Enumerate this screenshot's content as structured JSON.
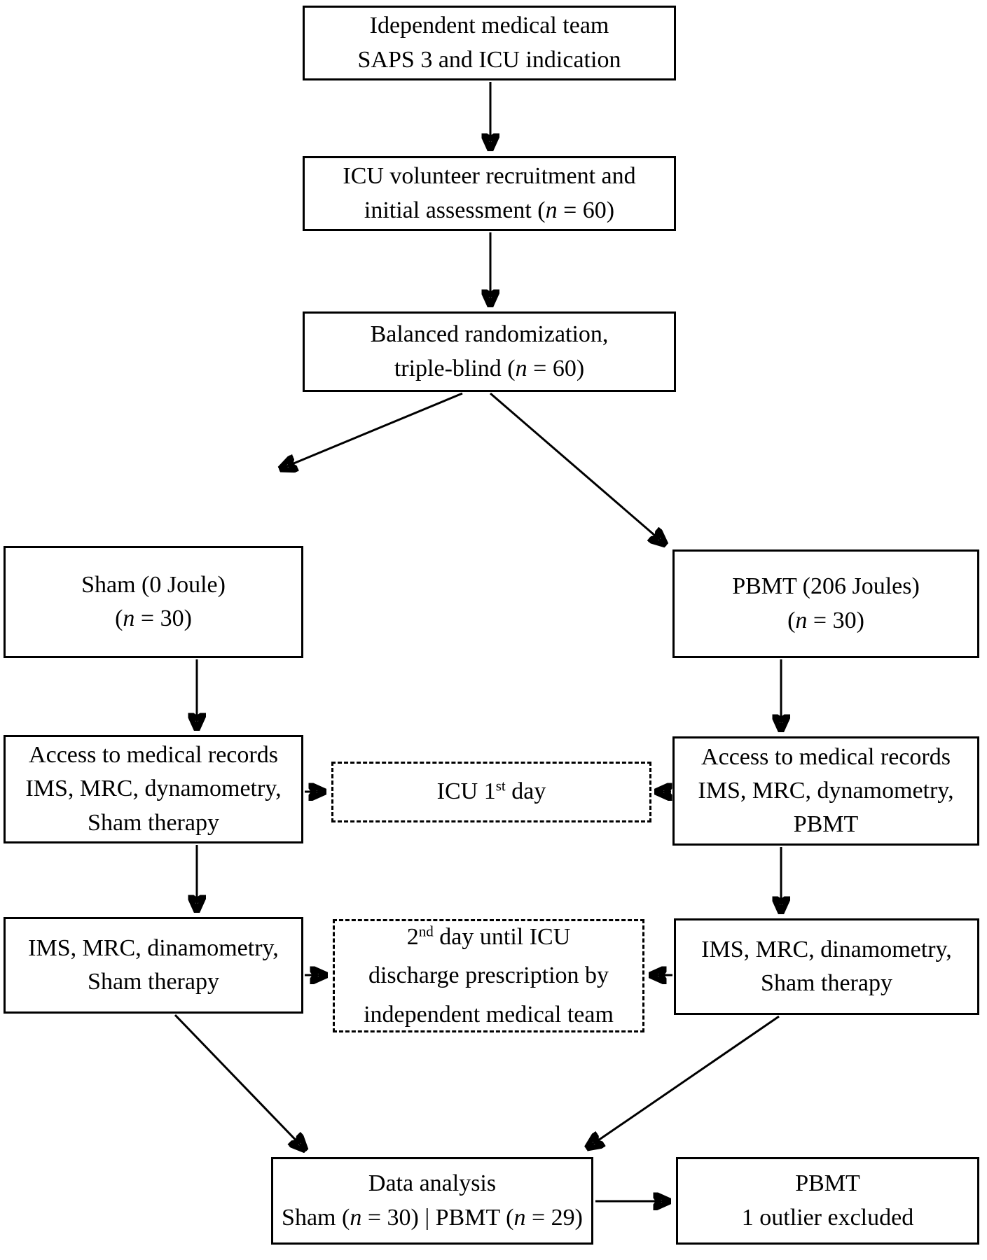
{
  "colors": {
    "ink": "#000000",
    "paper": "#ffffff"
  },
  "sym": {
    "n": "n"
  },
  "boxes": {
    "team": {
      "line1": "Idependent medical team",
      "line2": "SAPS 3 and ICU indication"
    },
    "recruitment": {
      "line1": "ICU volunteer recruitment and",
      "line2_pre": "initial assessment (",
      "line2_post": " = 60)"
    },
    "randomization": {
      "line1": "Balanced randomization,",
      "line2_pre": "triple-blind (",
      "line2_post": " = 60)"
    },
    "sham": {
      "line1": "Sham (0 Joule)",
      "line2_pre": "(",
      "line2_post": " = 30)"
    },
    "pbmt": {
      "line1": "PBMT (206 Joules)",
      "line2_pre": "(",
      "line2_post": " = 30)"
    },
    "access_sham": {
      "line1": "Access to medical records",
      "line2": "IMS, MRC, dynamometry,",
      "line3": "Sham therapy"
    },
    "access_pbmt": {
      "line1": "Access to medical records",
      "line2": "IMS, MRC, dynamometry,",
      "line3": "PBMT"
    },
    "icu_day1": {
      "pre": "ICU 1",
      "sup": "st",
      "post": " day"
    },
    "ims_sham": {
      "line1": "IMS, MRC, dinamometry,",
      "line2": "Sham therapy"
    },
    "ims_pbmt": {
      "line1": "IMS, MRC, dinamometry,",
      "line2": "Sham therapy"
    },
    "day2": {
      "line1_pre": "2",
      "line1_sup": "nd",
      "line1_post": " day until ICU",
      "line2": "discharge prescription by",
      "line3": "independent medical team"
    },
    "data_analysis": {
      "line1": "Data analysis",
      "line2_pre": "Sham (",
      "line2_mid": " = 30) | PBMT (",
      "line2_post": " = 29)"
    },
    "outlier": {
      "line1": "PBMT",
      "line2": "1 outlier excluded"
    }
  }
}
